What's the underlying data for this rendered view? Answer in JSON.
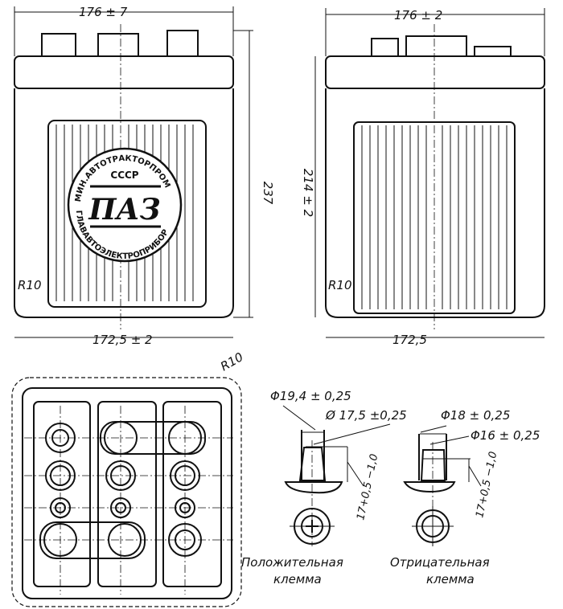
{
  "dimensions": {
    "front_width_top": "176 ± 7",
    "side_width_top": "176 ± 2",
    "front_height": "237",
    "side_height": "214 ± 2",
    "front_width_bottom": "172,5 ± 2",
    "side_width_bottom": "172,5",
    "radius_front": "R10",
    "radius_side": "R10",
    "radius_top": "R10"
  },
  "logo": {
    "arc_top": "МИН.АВТОТРАКТОРПРОМ",
    "country": "СССР",
    "brand": "ПАЗ",
    "arc_bottom": "ГЛАВАВТОЭЛЕКТРОПРИБОР"
  },
  "positive_terminal": {
    "dia_outer": "Φ19,4 ± 0,25",
    "dia_inner": "Ø 17,5 ±0,25",
    "height": "17+0,5 −1,0",
    "caption_line1": "Положительная",
    "caption_line2": "клемма"
  },
  "negative_terminal": {
    "dia_outer": "Φ18 ± 0,25",
    "dia_inner": "Φ16 ± 0,25",
    "height": "17+0,5 −1,0",
    "caption_line1": "Отрицательная",
    "caption_line2": "клемма"
  }
}
